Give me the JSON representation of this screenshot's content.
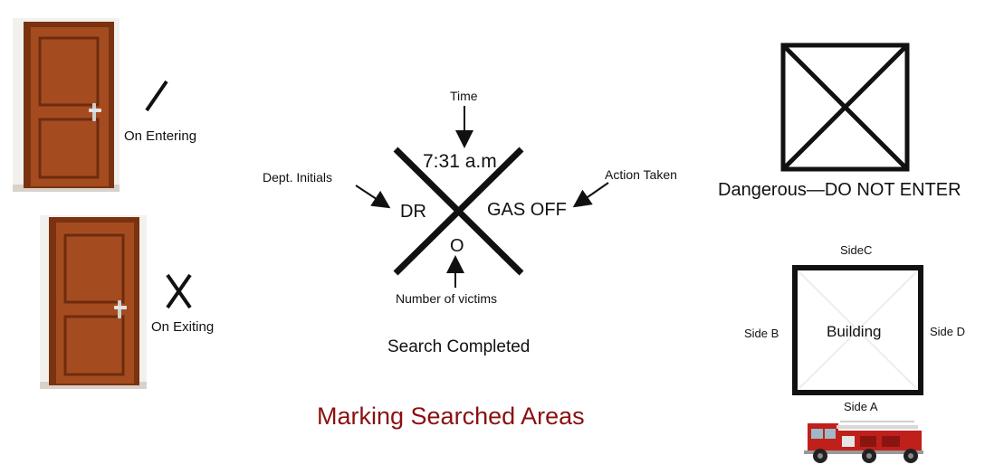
{
  "doors": {
    "entering": {
      "mark": "single-slash",
      "label": "On Entering"
    },
    "exiting": {
      "mark": "x",
      "label": "On Exiting"
    }
  },
  "search_mark": {
    "time_label": "Time",
    "time_value": "7:31 a.m",
    "initials_label": "Dept. Initials",
    "initials_value": "DR",
    "action_label": "Action Taken",
    "action_value": "GAS OFF",
    "victims_label": "Number of victims",
    "victims_value": "O",
    "caption": "Search Completed"
  },
  "danger": {
    "caption": "Dangerous—DO NOT ENTER"
  },
  "building": {
    "label": "Building",
    "side_a": "Side A",
    "side_b": "Side B",
    "side_c": "SideC",
    "side_d": "Side D",
    "vehicle": "fire-truck-icon"
  },
  "title": "Marking Searched Areas",
  "colors": {
    "title": "#8b1010",
    "door_wood": "#8a3a16",
    "door_frame": "#9a4a22",
    "truck_red": "#c0201a"
  }
}
